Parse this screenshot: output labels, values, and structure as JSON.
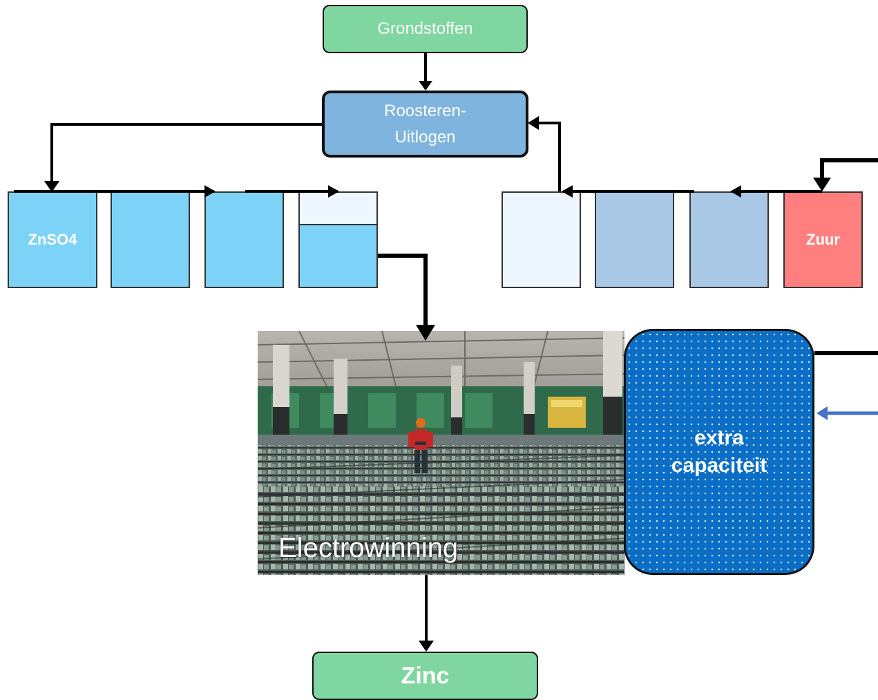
{
  "nodes": {
    "grondstoffen": "Grondstoffen",
    "roosteren_line1": "Roosteren-",
    "roosteren_line2": "Uitlogen",
    "znso4": "ZnSO4",
    "zuur": "Zuur",
    "electrowinning": "Electrowinning",
    "extra_line1": "extra",
    "extra_line2": "capaciteit",
    "zinc": "Zinc"
  },
  "colors": {
    "green_box": "#7fd6a0",
    "roast_box": "#7eb4dd",
    "znso4_tank": "#7dd3f7",
    "pale_tank": "#eef7fd",
    "acid_blue_tank": "#a9c8e6",
    "zuur_tank": "#ff7f7f",
    "extra_capacity": "#0b6ec6",
    "blue_arrow": "#4472c4"
  },
  "icons": [
    "arrow-head-icon"
  ]
}
